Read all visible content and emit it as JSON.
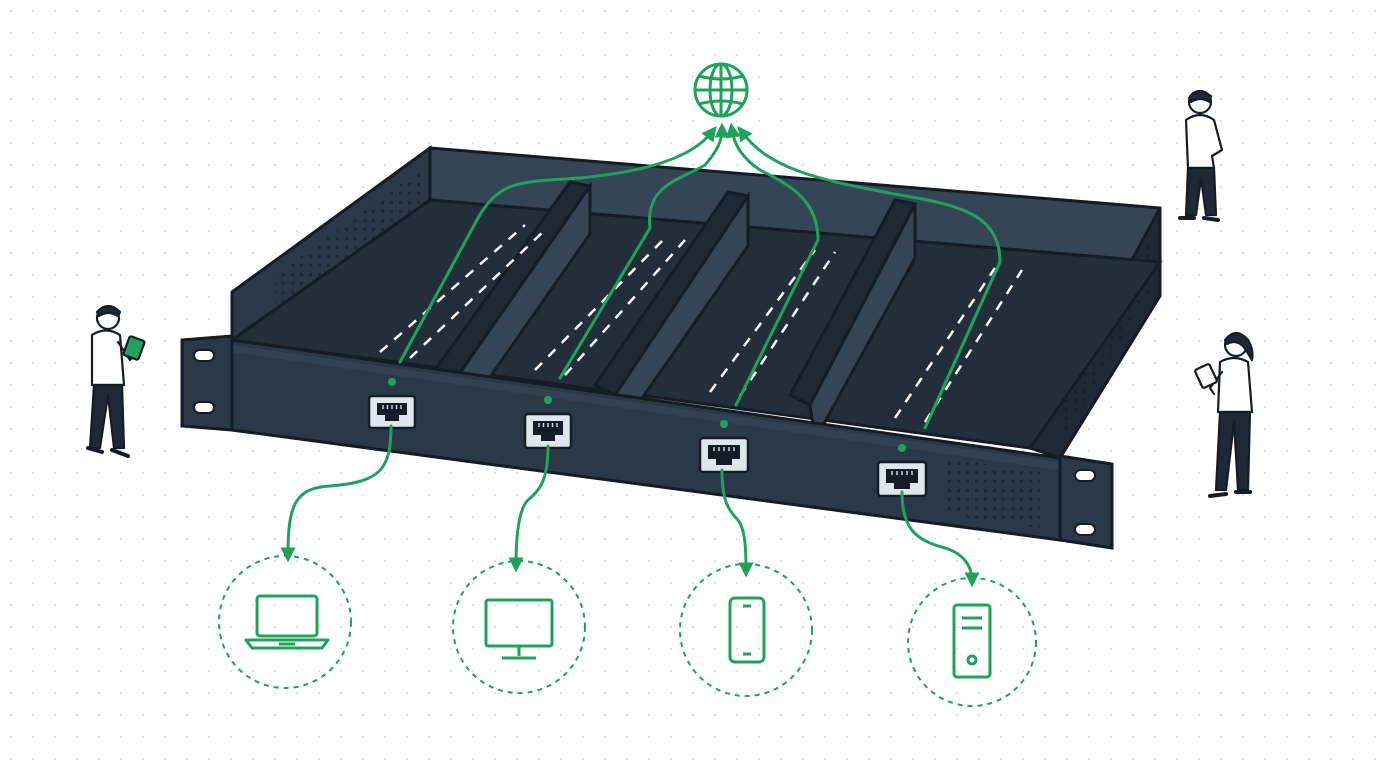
{
  "colors": {
    "background": "#ffffff",
    "grid_dots": "#dde2e6",
    "chassis": "#2b3847",
    "chassis_dark": "#1f2935",
    "chassis_light": "#364556",
    "outline": "#141c26",
    "accent_green": "#1fa35a",
    "lane_marks": "#ffffff",
    "port_face": "#dfe6ec"
  },
  "icons": {
    "internet": "globe-icon",
    "devices": [
      "laptop-icon",
      "monitor-icon",
      "smartphone-icon",
      "tower-pc-icon"
    ]
  },
  "rack_device": {
    "lane_count": 4,
    "port_count": 4,
    "status_led_color": "#1fa35a"
  },
  "people": [
    {
      "role": "person-with-tablet",
      "position": "left"
    },
    {
      "role": "person-standing",
      "position": "top-right"
    },
    {
      "role": "person-with-tablet",
      "position": "right"
    }
  ]
}
